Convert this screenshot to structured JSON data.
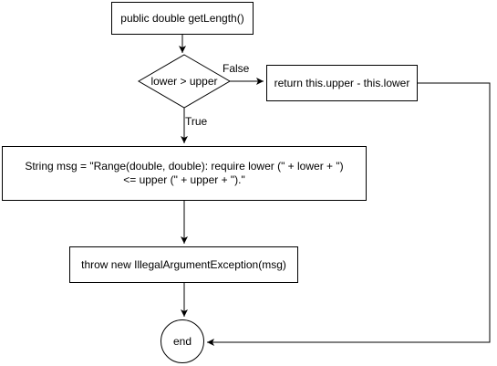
{
  "diagram": {
    "start": "public double getLength()",
    "decision": "lower > upper",
    "false_label": "False",
    "true_label": "True",
    "return_box": "return this.upper - this.lower",
    "msg_box": "String msg = \"Range(double, double): require lower (\" + lower + \") <= upper (\" + upper + \").\"",
    "throw_box": "throw new IllegalArgumentException(msg)",
    "end": "end"
  },
  "colors": {
    "stroke": "#000000",
    "fill": "#ffffff"
  }
}
